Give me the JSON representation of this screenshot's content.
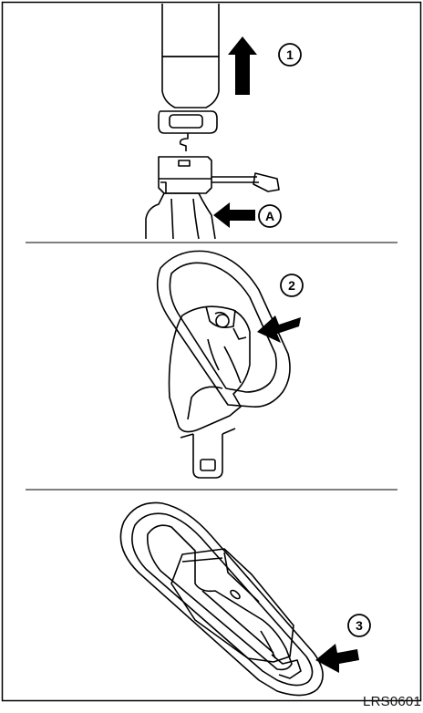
{
  "figure_code": "LRS0601",
  "callouts": {
    "step1": "1",
    "step2": "2",
    "step3": "3",
    "partA": "A"
  },
  "panels": [
    {
      "name": "buckle-release-panel"
    },
    {
      "name": "anchor-release-panel"
    },
    {
      "name": "anchor-stowage-panel"
    }
  ]
}
